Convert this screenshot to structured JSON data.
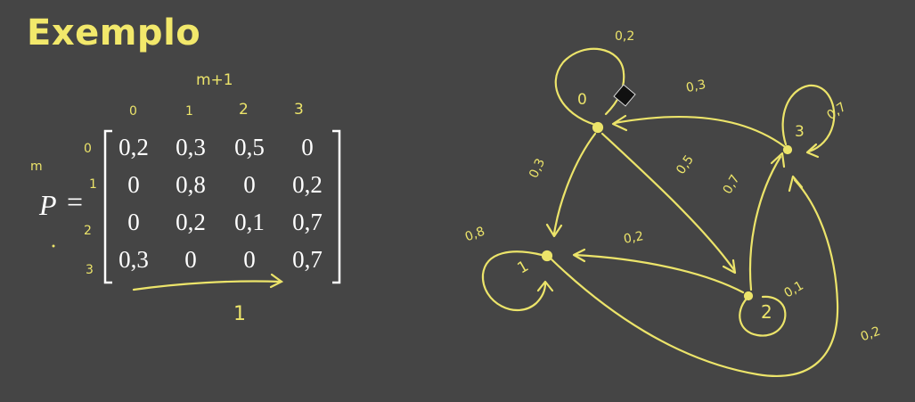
{
  "title": "Exemplo",
  "matrix": {
    "label": "P",
    "equals": "=",
    "superscript_row": "m",
    "superscript_col": "m+1",
    "col_headers": [
      "0",
      "1",
      "2",
      "3"
    ],
    "row_headers": [
      "0",
      "1",
      "2",
      "3"
    ],
    "rows": [
      [
        "0,2",
        "0,3",
        "0,5",
        "0"
      ],
      [
        "0",
        "0,8",
        "0",
        "0,2"
      ],
      [
        "0",
        "0,2",
        "0,1",
        "0,7"
      ],
      [
        "0,3",
        "0",
        "0",
        "0,7"
      ]
    ],
    "under_label": "1"
  },
  "graph": {
    "states": [
      "0",
      "1",
      "2",
      "3"
    ],
    "edge_labels": {
      "loop_0": "0,2",
      "e_3_0": "0,3",
      "e_0_1": "0,3",
      "e_0_2": "0,5",
      "loop_1": "0,8",
      "e_2_1": "0,2",
      "e_2_3": "0,7",
      "loop_3": "0,7",
      "loop_2": "0,1",
      "e_1_3": "0,2"
    }
  },
  "colors": {
    "background": "#454545",
    "ink": "#ece46a",
    "matrix_text": "#ffffff"
  }
}
